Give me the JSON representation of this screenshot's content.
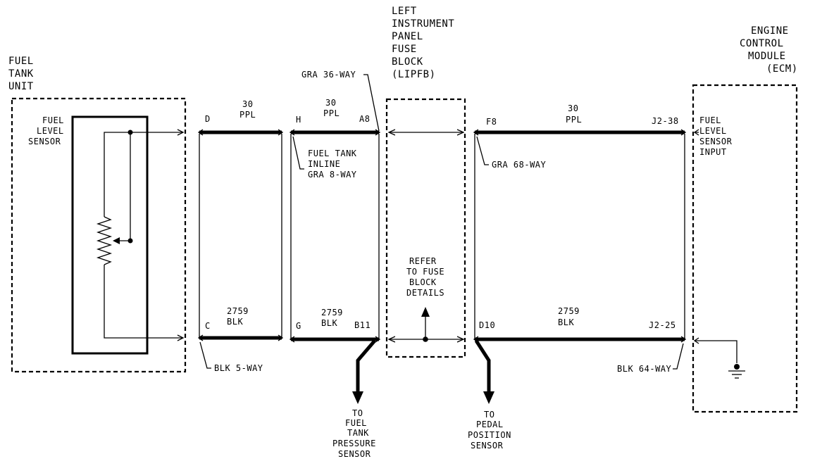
{
  "components": {
    "fuel_tank_unit": [
      "FUEL",
      "TANK",
      "UNIT"
    ],
    "fuel_level_sensor": [
      "FUEL",
      "LEVEL",
      "SENSOR"
    ],
    "lipfb": [
      "LEFT",
      "INSTRUMENT",
      "PANEL",
      "FUSE",
      "BLOCK",
      "(LIPFB)"
    ],
    "ecm": [
      "ENGINE",
      "CONTROL",
      "MODULE",
      "(ECM)"
    ],
    "ecm_input": [
      "FUEL",
      "LEVEL",
      "SENSOR",
      "INPUT"
    ]
  },
  "connectors": {
    "gra36": "GRA 36-WAY",
    "inline": [
      "FUEL TANK",
      "INLINE",
      "GRA 8-WAY"
    ],
    "gra68": "GRA 68-WAY",
    "blk5": "BLK 5-WAY",
    "blk64": "BLK 64-WAY"
  },
  "pins": {
    "D": "D",
    "H": "H",
    "A8": "A8",
    "F8": "F8",
    "J2_38": "J2-38",
    "C": "C",
    "G": "G",
    "B11": "B11",
    "D10": "D10",
    "J2_25": "J2-25"
  },
  "wires": {
    "top_gauge": "30",
    "top_color": "PPL",
    "bottom_gauge": "2759",
    "bottom_color": "BLK"
  },
  "notes": {
    "refer": [
      "REFER",
      "TO FUSE",
      "BLOCK",
      "DETAILS"
    ],
    "to_fuel_pressure": [
      "TO",
      "FUEL",
      "TANK",
      "PRESSURE",
      "SENSOR"
    ],
    "to_pedal": [
      "TO",
      "PEDAL",
      "POSITION",
      "SENSOR"
    ]
  }
}
